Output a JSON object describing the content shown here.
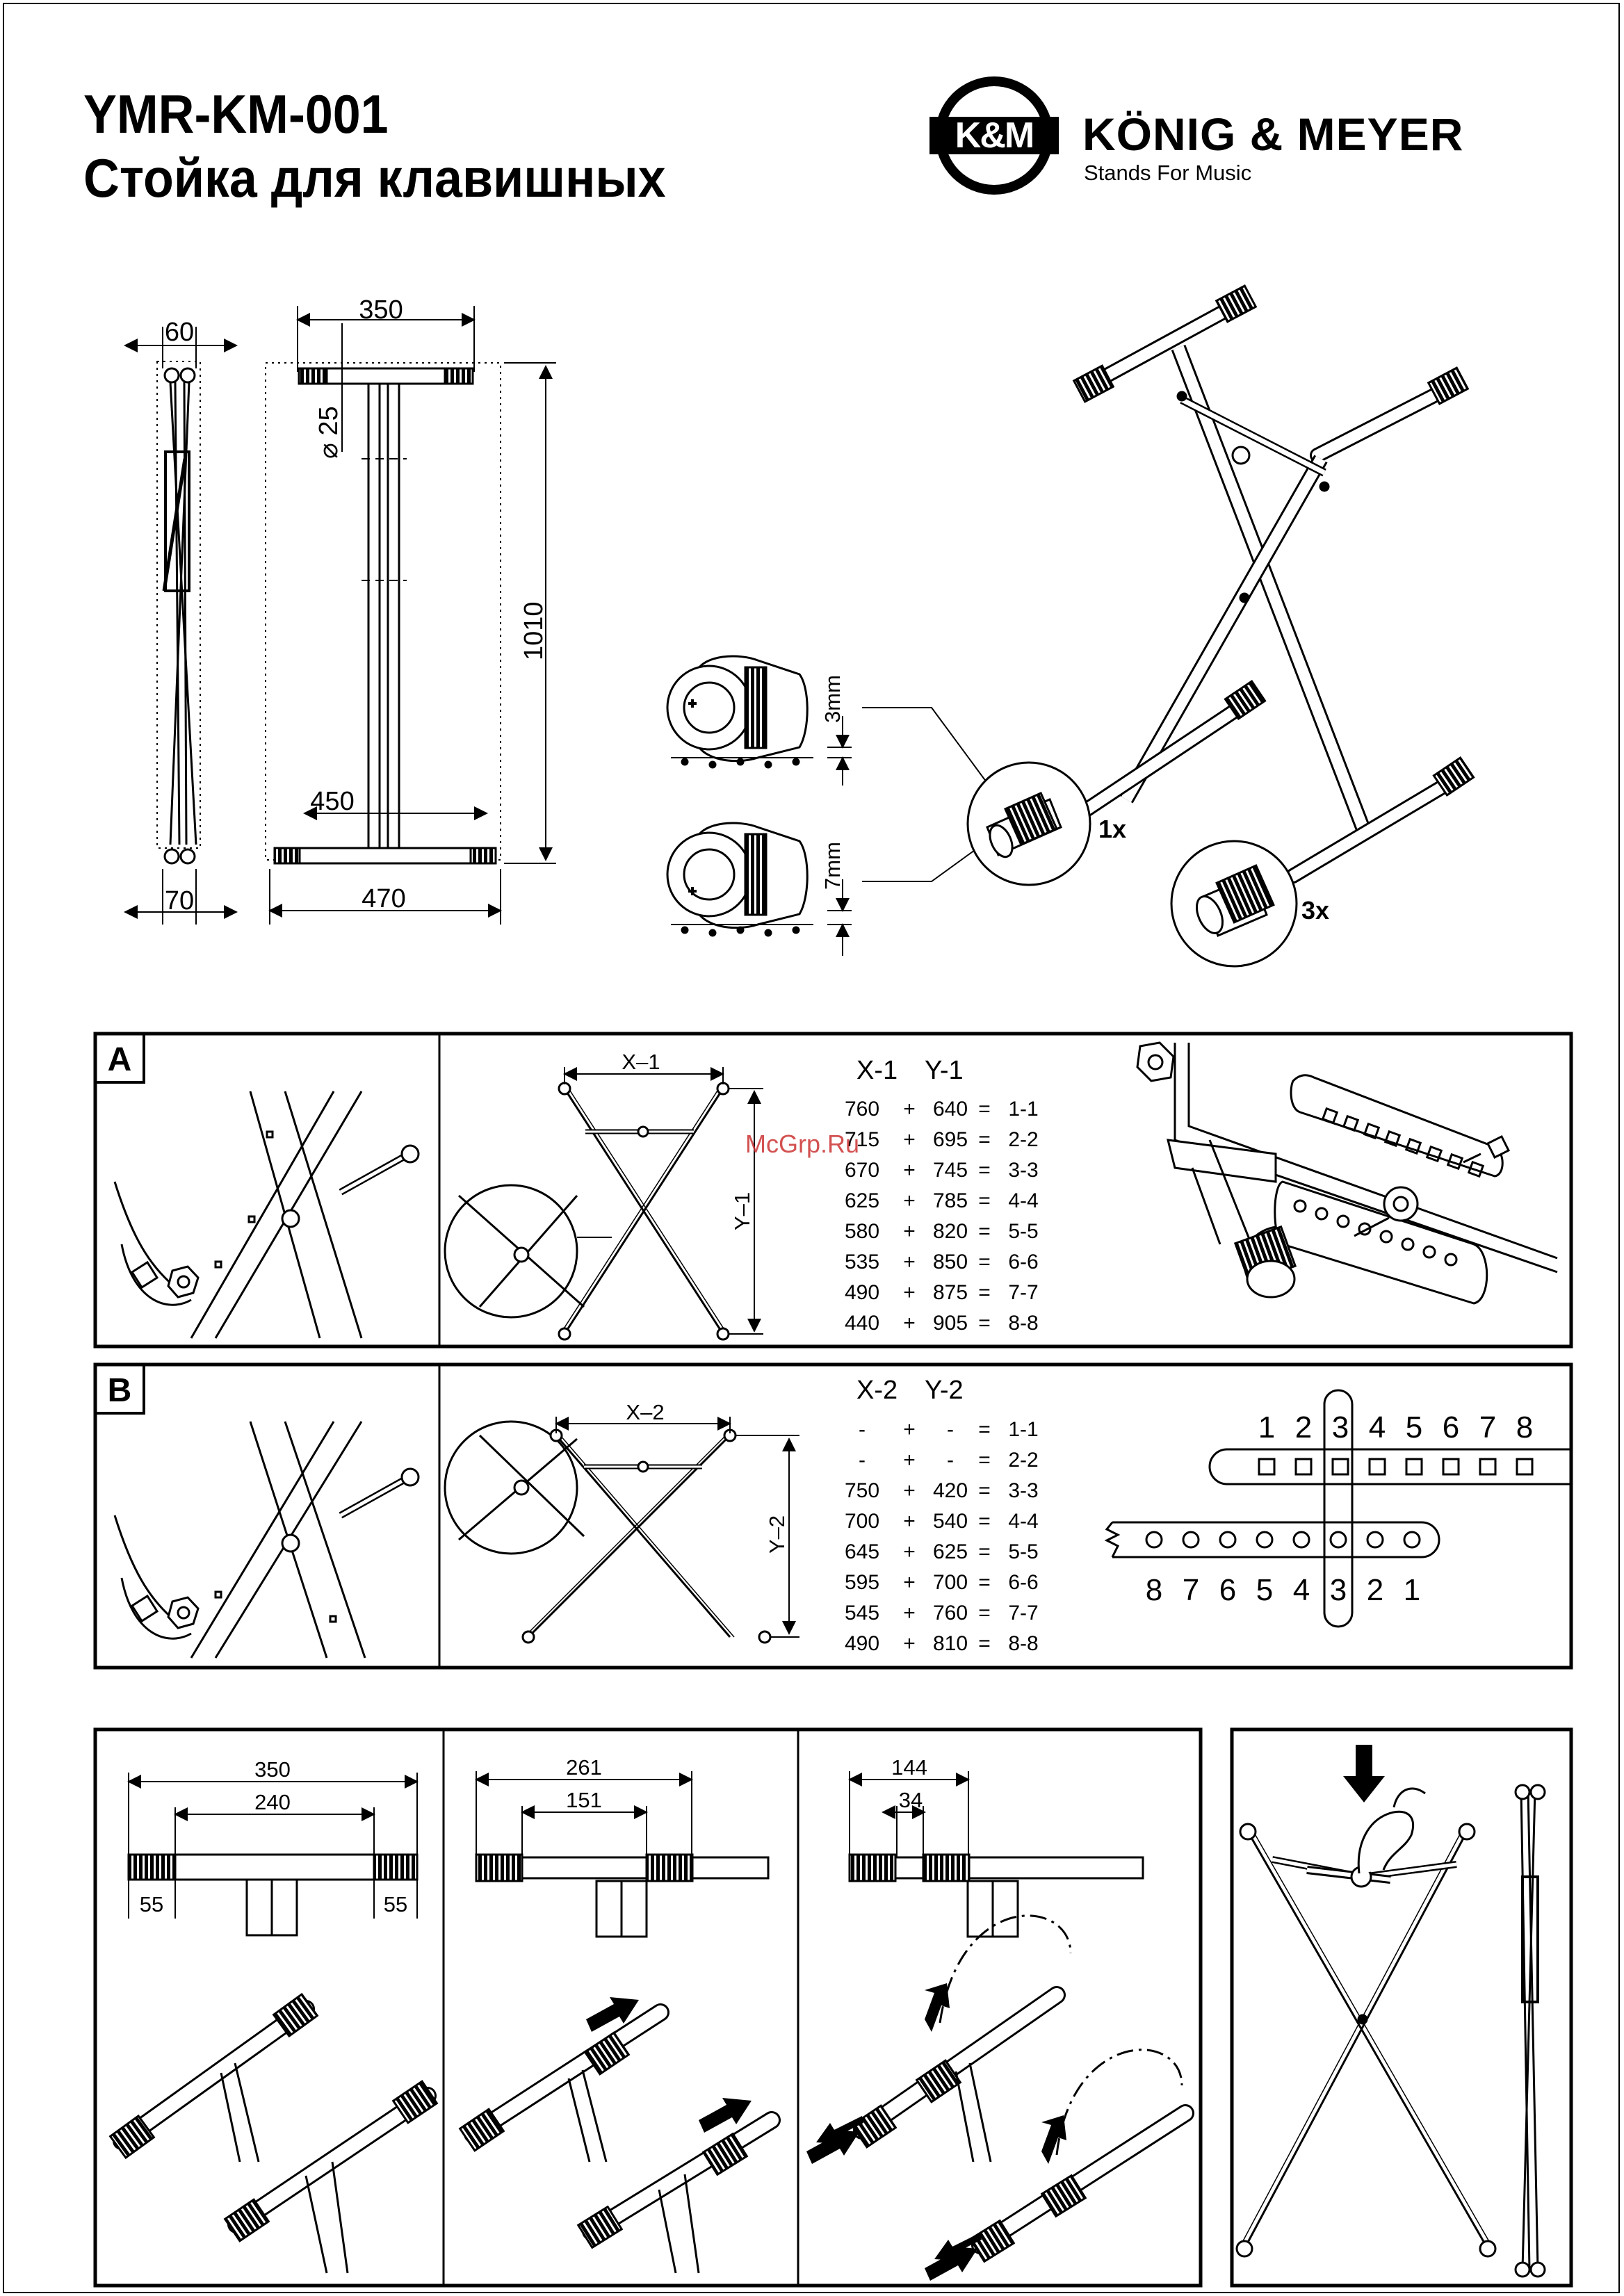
{
  "header": {
    "model": "YMR-KM-001",
    "subtitle": "Стойка для клавишных"
  },
  "brand": {
    "emblem_text": "K&M",
    "name": "KÖNIG & MEYER",
    "slogan": "Stands For Music"
  },
  "dimensions": {
    "width_side": "60",
    "width_top": "350",
    "tube_diameter": "⌀ 25",
    "height": "1010",
    "inner_base": "450",
    "base_width": "470",
    "foot_width": "70",
    "foot_gap_small": "3mm",
    "foot_gap_large": "7mm",
    "qty_one": "1x",
    "qty_three": "3x"
  },
  "section_a": {
    "label": "A",
    "x_label": "X–1",
    "y_label": "Y–1",
    "col_x": "X-1",
    "col_y": "Y-1",
    "rows": [
      {
        "x": "760",
        "y": "640",
        "pos": "1-1"
      },
      {
        "x": "715",
        "y": "695",
        "pos": "2-2"
      },
      {
        "x": "670",
        "y": "745",
        "pos": "3-3"
      },
      {
        "x": "625",
        "y": "785",
        "pos": "4-4"
      },
      {
        "x": "580",
        "y": "820",
        "pos": "5-5"
      },
      {
        "x": "535",
        "y": "850",
        "pos": "6-6"
      },
      {
        "x": "490",
        "y": "875",
        "pos": "7-7"
      },
      {
        "x": "440",
        "y": "905",
        "pos": "8-8"
      }
    ]
  },
  "section_b": {
    "label": "B",
    "x_label": "X–2",
    "y_label": "Y–2",
    "col_x": "X-2",
    "col_y": "Y-2",
    "rows": [
      {
        "x": "-",
        "y": "-",
        "pos": "1-1"
      },
      {
        "x": "-",
        "y": "-",
        "pos": "2-2"
      },
      {
        "x": "750",
        "y": "420",
        "pos": "3-3"
      },
      {
        "x": "700",
        "y": "540",
        "pos": "4-4"
      },
      {
        "x": "645",
        "y": "625",
        "pos": "5-5"
      },
      {
        "x": "595",
        "y": "700",
        "pos": "6-6"
      },
      {
        "x": "545",
        "y": "760",
        "pos": "7-7"
      },
      {
        "x": "490",
        "y": "810",
        "pos": "8-8"
      }
    ],
    "scale_top": [
      "1",
      "2",
      "3",
      "4",
      "5",
      "6",
      "7",
      "8"
    ],
    "scale_bottom": [
      "8",
      "7",
      "6",
      "5",
      "4",
      "3",
      "2",
      "1"
    ]
  },
  "cap_panels": {
    "panel1": {
      "overall": "350",
      "inner": "240",
      "left_cap": "55",
      "right_cap": "55"
    },
    "panel2": {
      "overall": "261",
      "inner": "151"
    },
    "panel3": {
      "overall": "144",
      "inner": "34"
    }
  },
  "watermark": "McGrp.Ru",
  "operators": {
    "plus": "+",
    "equals": "="
  }
}
